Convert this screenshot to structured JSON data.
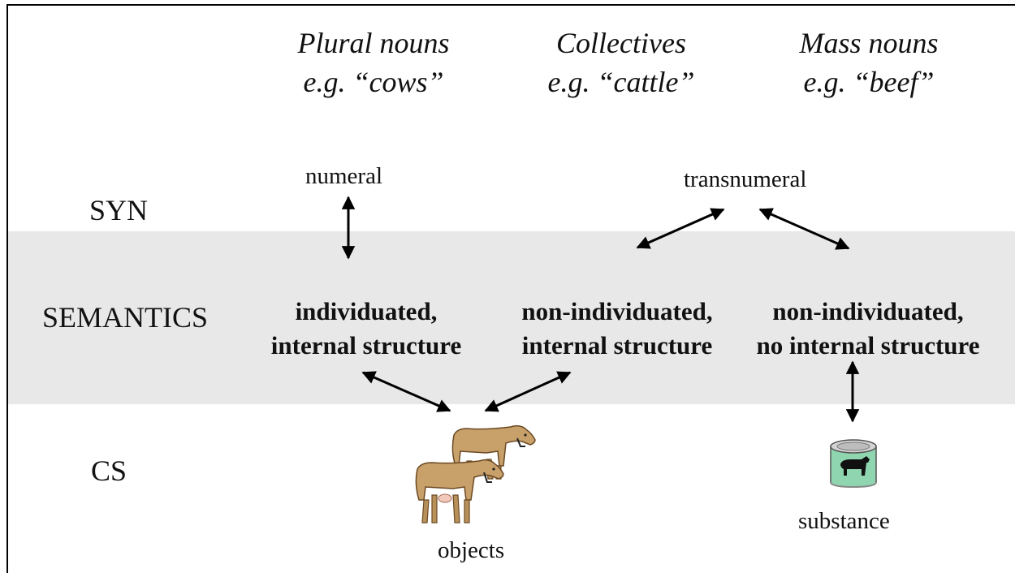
{
  "columns": [
    {
      "heading": "Plural nouns",
      "example": "e.g. “cows”",
      "semantics_line1": "individuated,",
      "semantics_line2": "internal structure"
    },
    {
      "heading": "Collectives",
      "example": "e.g. “cattle”",
      "semantics_line1": "non-individuated,",
      "semantics_line2": "internal structure"
    },
    {
      "heading": "Mass nouns",
      "example": "e.g. “beef”",
      "semantics_line1": "non-individuated,",
      "semantics_line2": "no internal structure"
    }
  ],
  "levels": {
    "syn": "SYN",
    "semantics": "SEMANTICS",
    "cs": "CS"
  },
  "syntax": {
    "numeral": "numeral",
    "transnumeral": "transnumeral"
  },
  "cs": {
    "objects": "objects",
    "substance": "substance"
  },
  "colors": {
    "band": "#e8e8e8",
    "cow": "#c8a06a",
    "can_label": "#8fd6b0"
  }
}
